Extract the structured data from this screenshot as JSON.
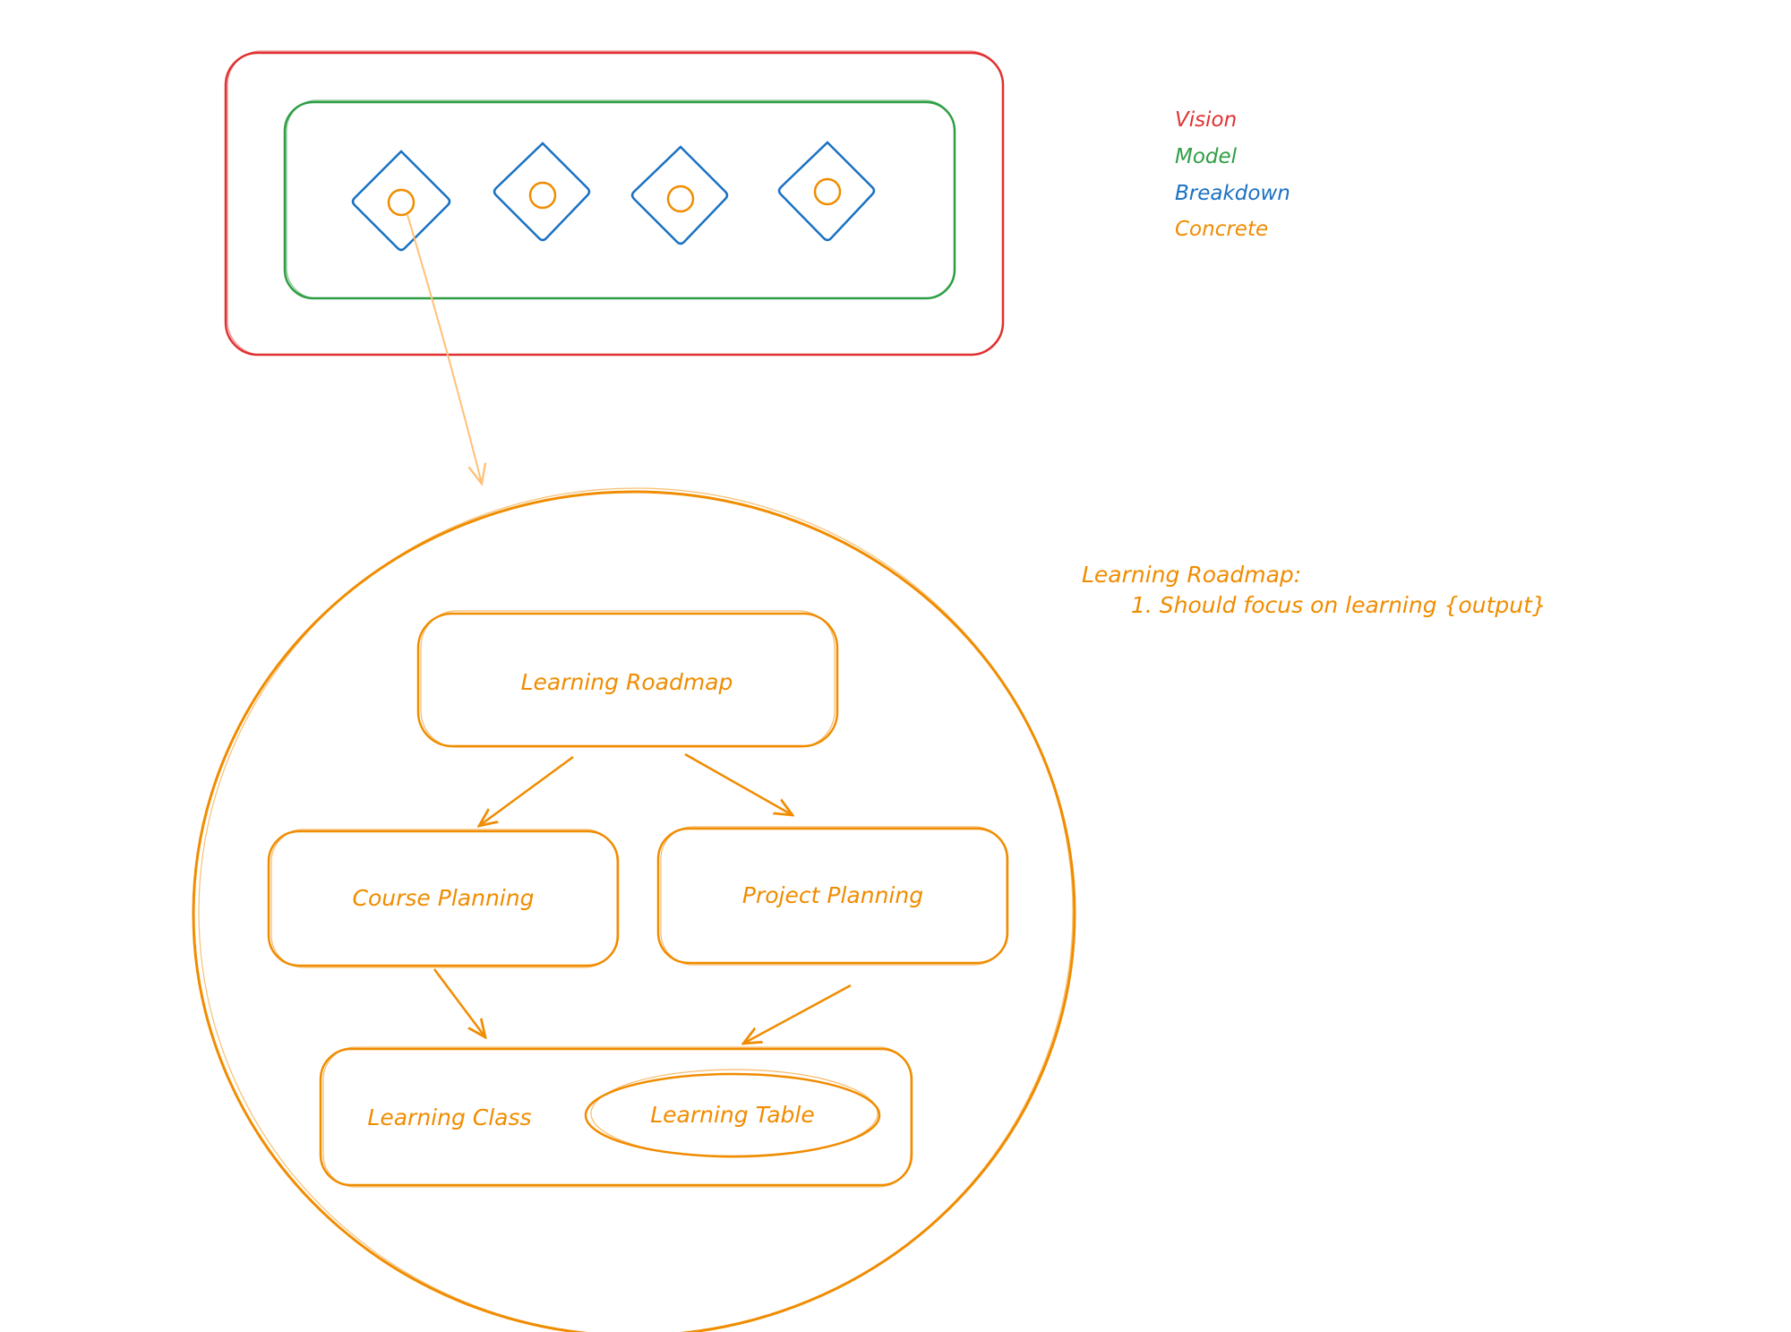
{
  "colors": {
    "vision": "#e03131",
    "model": "#2f9e44",
    "breakdown": "#1971c2",
    "concrete": "#f08c00",
    "connector": "#ffc078"
  },
  "legend": {
    "vision": "Vision",
    "model": "Model",
    "breakdown": "Breakdown",
    "concrete": "Concrete"
  },
  "roadmap": {
    "learning_roadmap": "Learning Roadmap",
    "course_planning": "Course Planning",
    "project_planning": "Project Planning",
    "learning_class": "Learning Class",
    "learning_table": "Learning Table"
  },
  "notes": {
    "title": "Learning Roadmap:",
    "item_1": "1. Should focus on learning {output}"
  }
}
